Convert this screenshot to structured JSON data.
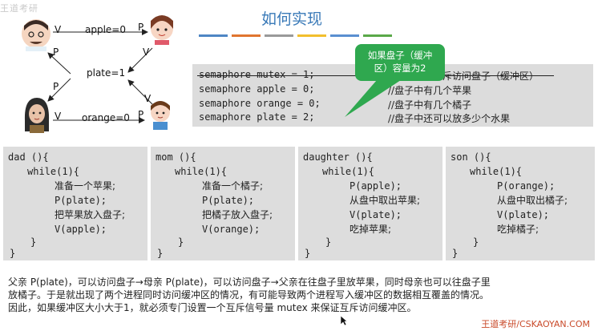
{
  "watermark": "王道考研",
  "title": "如何实现",
  "color_bars": [
    "#4e86c4",
    "#e0752f",
    "#999999",
    "#f2bf2d",
    "#5a8fd0",
    "#5aa848"
  ],
  "diagram": {
    "apple_label": "apple=0",
    "plate_label": "plate=1",
    "orange_label": "orange=0",
    "v": "V",
    "p": "P"
  },
  "semaphores": [
    {
      "code": "semaphore mutex = 1;",
      "comment": "互斥访问盘子（缓冲区）",
      "struck": true
    },
    {
      "code": "semaphore apple = 0;",
      "comment": "//盘子中有几个苹果",
      "struck": false
    },
    {
      "code": "semaphore orange = 0;",
      "comment": "//盘子中有几个橘子",
      "struck": false
    },
    {
      "code": "semaphore plate = 2;",
      "comment": "//盘子中还可以放多少个水果",
      "struck": false
    }
  ],
  "callout": "如果盘子（缓冲区）容量为2",
  "panels": [
    {
      "header": "dad (){",
      "lines": [
        {
          "t": "while(1){",
          "mono": true
        },
        {
          "t": "准备一个苹果;",
          "mono": false
        },
        {
          "t": "P(plate);",
          "mono": true
        },
        {
          "t": "把苹果放入盘子;",
          "mono": false
        },
        {
          "t": "V(apple);",
          "mono": true
        },
        {
          "t": "}",
          "mono": true
        },
        {
          "t": "}",
          "mono": true
        }
      ]
    },
    {
      "header": "mom (){",
      "lines": [
        {
          "t": "while(1){",
          "mono": true
        },
        {
          "t": "准备一个橘子;",
          "mono": false
        },
        {
          "t": "P(plate);",
          "mono": true
        },
        {
          "t": "把橘子放入盘子;",
          "mono": false
        },
        {
          "t": "V(orange);",
          "mono": true
        },
        {
          "t": "}",
          "mono": true
        },
        {
          "t": "}",
          "mono": true
        }
      ]
    },
    {
      "header": "daughter (){",
      "lines": [
        {
          "t": "while(1){",
          "mono": true
        },
        {
          "t": "P(apple);",
          "mono": true
        },
        {
          "t": "从盘中取出苹果;",
          "mono": false
        },
        {
          "t": "V(plate);",
          "mono": true
        },
        {
          "t": "吃掉苹果;",
          "mono": false
        },
        {
          "t": "}",
          "mono": true
        },
        {
          "t": "}",
          "mono": true
        }
      ]
    },
    {
      "header": "son (){",
      "lines": [
        {
          "t": "while(1){",
          "mono": true
        },
        {
          "t": "P(orange);",
          "mono": true
        },
        {
          "t": "从盘中取出橘子;",
          "mono": false
        },
        {
          "t": "V(plate);",
          "mono": true
        },
        {
          "t": "吃掉橘子;",
          "mono": false
        },
        {
          "t": "}",
          "mono": true
        },
        {
          "t": "}",
          "mono": true
        }
      ]
    }
  ],
  "bottom_text": [
    "父亲 P(plate)，可以访问盘子→母亲 P(plate)，可以访问盘子→父亲在往盘子里放苹果，同时母亲也可以往盘子里",
    "放橘子。于是就出现了两个进程同时访问缓冲区的情况，有可能导致两个进程写入缓冲区的数据相互覆盖的情况。",
    "因此，如果缓冲区大小大于1，就必须专门设置一个互斥信号量 mutex 来保证互斥访问缓冲区。"
  ],
  "footer": "王道考研/CSKAOYAN.COM"
}
